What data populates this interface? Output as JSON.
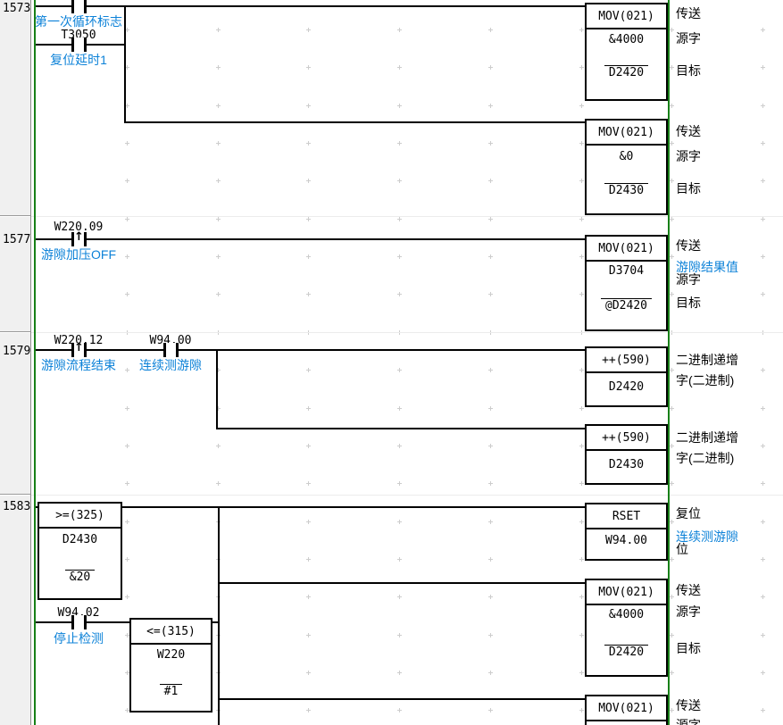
{
  "palette": {
    "rail_green": "#188018",
    "wire_black": "#000000",
    "comment_blue": "#0d82d8",
    "gutter_gray": "#f0f0f0",
    "grid_dot_gray": "#cdcdcd"
  },
  "icons": {
    "rising_edge": "↑"
  },
  "rungs": [
    {
      "number": "1573",
      "top_contact_comment": "第一次循环标志",
      "contact2": {
        "label": "T3050",
        "comment": "复位延时1"
      },
      "block1": {
        "mnemonic": "MOV(021)",
        "op1": "&4000",
        "op2": "D2420",
        "c1": "传送",
        "c2": "源字",
        "c3": "目标"
      },
      "block2": {
        "mnemonic": "MOV(021)",
        "op1": "&0",
        "op2": "D2430",
        "c1": "传送",
        "c2": "源字",
        "c3": "目标"
      }
    },
    {
      "number": "1577",
      "contact1": {
        "label": "W220.09",
        "comment": "游隙加压OFF"
      },
      "block1": {
        "mnemonic": "MOV(021)",
        "op1": "D3704",
        "op2": "@D2420",
        "c1": "传送",
        "c2a": "游隙结果值",
        "c2b": "源字",
        "c3": "目标"
      }
    },
    {
      "number": "1579",
      "contact1": {
        "label": "W220.12",
        "comment": "游隙流程结束"
      },
      "contact2": {
        "label": "W94.00",
        "comment": "连续测游隙"
      },
      "block1": {
        "mnemonic": "++(590)",
        "op1": "D2420",
        "c1": "二进制递增",
        "c2": "字(二进制)"
      },
      "block2": {
        "mnemonic": "++(590)",
        "op1": "D2430",
        "c1": "二进制递增",
        "c2": "字(二进制)"
      }
    },
    {
      "number": "1583",
      "compare1": {
        "mnemonic": ">=(325)",
        "op1": "D2430",
        "op2": "&20"
      },
      "contact1": {
        "label": "W94.02",
        "comment": "停止检测"
      },
      "compare2": {
        "mnemonic": "<=(315)",
        "op1": "W220",
        "op2": "#1"
      },
      "block1": {
        "mnemonic": "RSET",
        "op1": "W94.00",
        "c1": "复位",
        "c2a": "连续测游隙",
        "c2b": "位"
      },
      "block2": {
        "mnemonic": "MOV(021)",
        "op1": "&4000",
        "op2": "D2420",
        "c1": "传送",
        "c2": "源字",
        "c3": "目标"
      },
      "block3": {
        "mnemonic": "MOV(021)",
        "c1": "传送",
        "c2": "源字"
      }
    }
  ]
}
